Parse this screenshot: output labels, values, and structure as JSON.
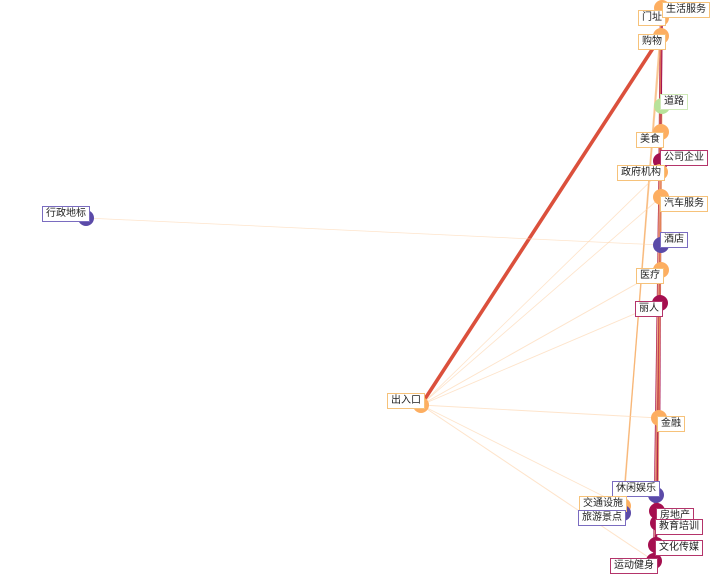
{
  "graph": {
    "nodes": [
      {
        "id": "admin",
        "label": "行政地标",
        "color": "#5b4aa8"
      },
      {
        "id": "gate",
        "label": "门址",
        "color": "#fdae61"
      },
      {
        "id": "life",
        "label": "生活服务",
        "color": "#fdae61"
      },
      {
        "id": "shop",
        "label": "购物",
        "color": "#fdae61"
      },
      {
        "id": "road",
        "label": "道路",
        "color": "#b8e29a"
      },
      {
        "id": "food",
        "label": "美食",
        "color": "#fdae61"
      },
      {
        "id": "company",
        "label": "公司企业",
        "color": "#a50f4f"
      },
      {
        "id": "gov",
        "label": "政府机构",
        "color": "#fdae61"
      },
      {
        "id": "car",
        "label": "汽车服务",
        "color": "#fdae61"
      },
      {
        "id": "hotel",
        "label": "酒店",
        "color": "#5b4aa8"
      },
      {
        "id": "medical",
        "label": "医疗",
        "color": "#fdae61"
      },
      {
        "id": "beauty",
        "label": "丽人",
        "color": "#a50f4f"
      },
      {
        "id": "entrance",
        "label": "出入口",
        "color": "#fdae61"
      },
      {
        "id": "finance",
        "label": "金融",
        "color": "#fdae61"
      },
      {
        "id": "leisure",
        "label": "休闲娱乐",
        "color": "#5b4aa8"
      },
      {
        "id": "transport",
        "label": "交通设施",
        "color": "#fdae61"
      },
      {
        "id": "scenic",
        "label": "旅游景点",
        "color": "#5b4aa8"
      },
      {
        "id": "realestate",
        "label": "房地产",
        "color": "#a50f4f"
      },
      {
        "id": "education",
        "label": "教育培训",
        "color": "#a50f4f"
      },
      {
        "id": "culture",
        "label": "文化传媒",
        "color": "#a50f4f"
      },
      {
        "id": "sports",
        "label": "运动健身",
        "color": "#a50f4f"
      }
    ],
    "edges": [
      {
        "source": "entrance",
        "target": "shop",
        "weight": 1.0
      },
      {
        "source": "shop",
        "target": "finance",
        "weight": 0.7
      },
      {
        "source": "gate",
        "target": "culture",
        "weight": 0.6
      },
      {
        "source": "shop",
        "target": "realestate",
        "weight": 0.55
      },
      {
        "source": "life",
        "target": "sports",
        "weight": 0.5
      },
      {
        "source": "gate",
        "target": "leisure",
        "weight": 0.3
      },
      {
        "source": "shop",
        "target": "transport",
        "weight": 0.25
      },
      {
        "source": "life",
        "target": "scenic",
        "weight": 0.2
      },
      {
        "source": "food",
        "target": "education",
        "weight": 0.2
      },
      {
        "source": "gov",
        "target": "sports",
        "weight": 0.15
      },
      {
        "source": "entrance",
        "target": "sports",
        "weight": 0.15
      },
      {
        "source": "entrance",
        "target": "transport",
        "weight": 0.12
      },
      {
        "source": "entrance",
        "target": "medical",
        "weight": 0.12
      },
      {
        "source": "entrance",
        "target": "beauty",
        "weight": 0.1
      },
      {
        "source": "entrance",
        "target": "finance",
        "weight": 0.1
      },
      {
        "source": "entrance",
        "target": "gov",
        "weight": 0.08
      },
      {
        "source": "entrance",
        "target": "car",
        "weight": 0.08
      },
      {
        "source": "admin",
        "target": "hotel",
        "weight": 0.05
      },
      {
        "source": "road",
        "target": "finance",
        "weight": 0.2
      }
    ]
  }
}
